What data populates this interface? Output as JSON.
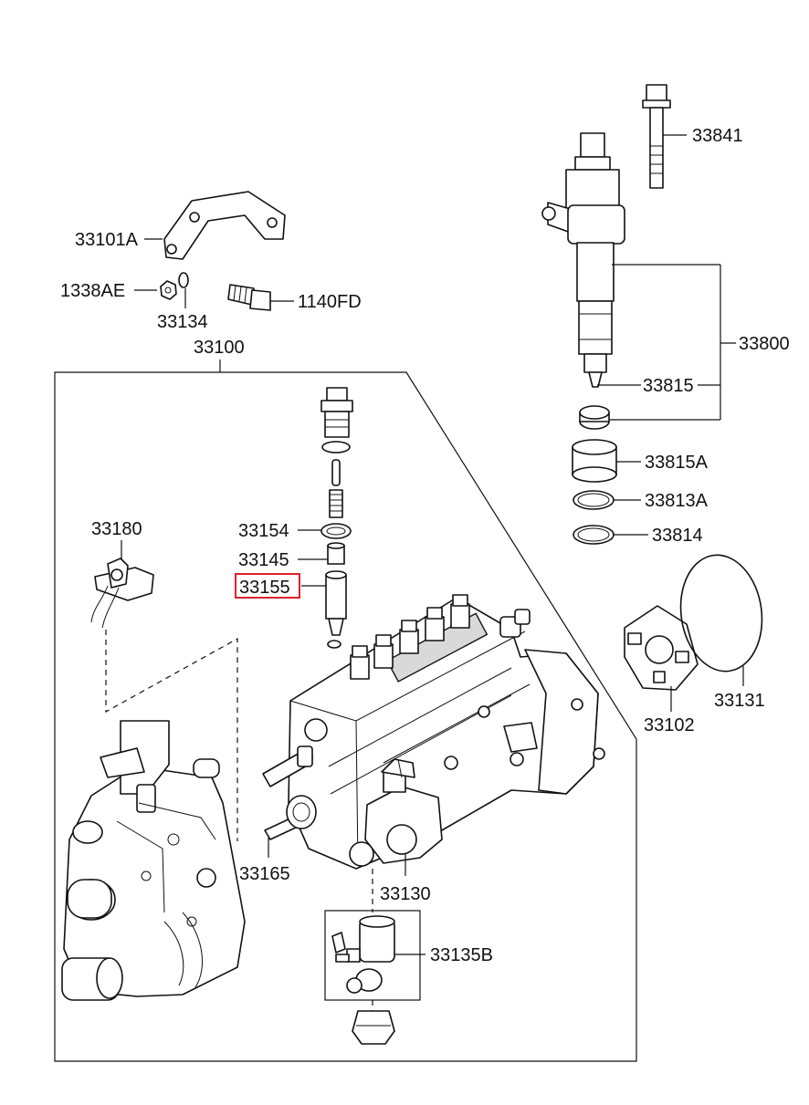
{
  "labels": {
    "p33841": "33841",
    "p33101a": "33101A",
    "p1338ae": "1338AE",
    "p33134": "33134",
    "p1140fd": "1140FD",
    "p33100": "33100",
    "p33800": "33800",
    "p33815": "33815",
    "p33815a": "33815A",
    "p33813a": "33813A",
    "p33814": "33814",
    "p33180": "33180",
    "p33154": "33154",
    "p33145": "33145",
    "p33155": "33155",
    "p33131": "33131",
    "p33102": "33102",
    "p33165": "33165",
    "p33130": "33130",
    "p33135b": "33135B"
  },
  "highlight": {
    "part": "33155",
    "color": "#e0202a"
  }
}
